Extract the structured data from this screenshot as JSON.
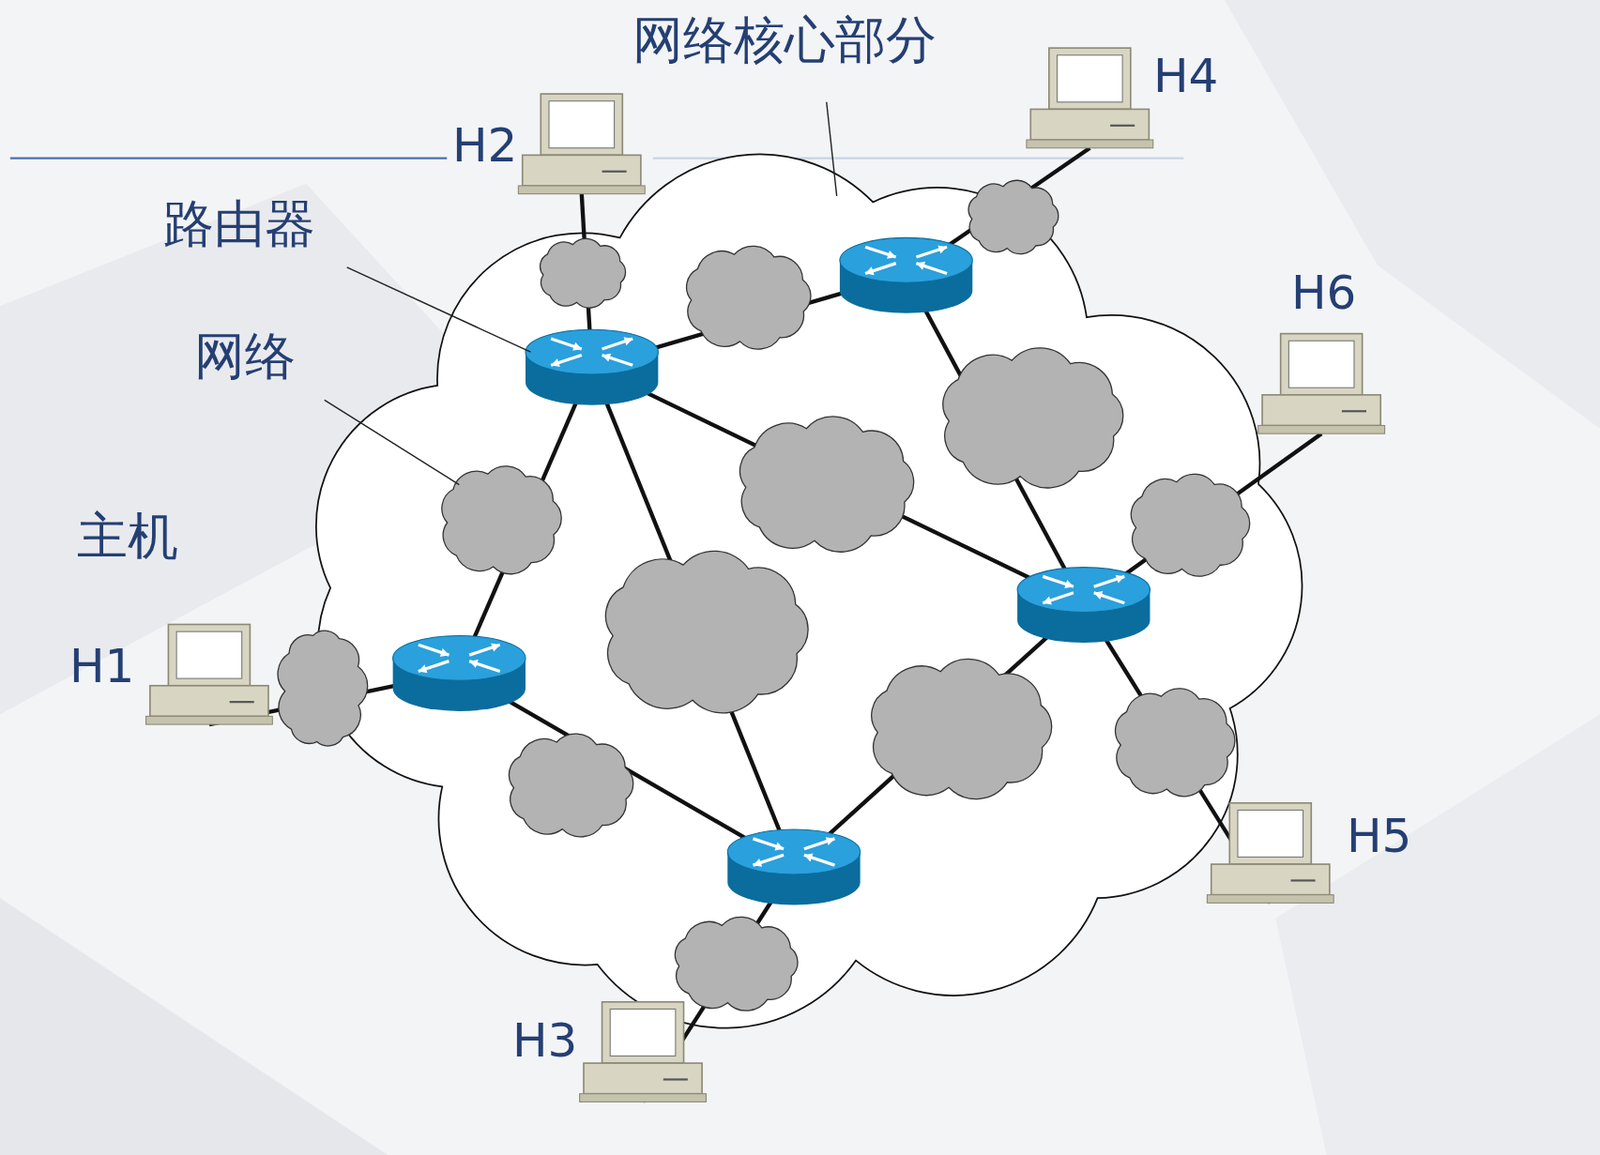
{
  "diagram": {
    "labels": [
      "网络核心部分",
      "H4",
      "H2",
      "路由器",
      "网络",
      "H6",
      "主机",
      "H1",
      "H5",
      "H3"
    ]
  }
}
